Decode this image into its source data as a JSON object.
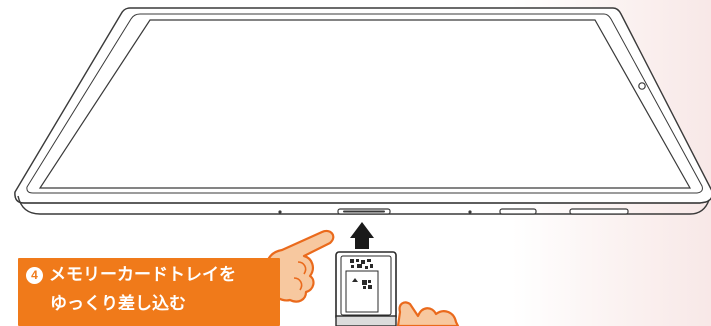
{
  "instruction": {
    "step_number": "4",
    "line1": "メモリーカードトレイを",
    "line2": "ゆっくり差し込む"
  },
  "icons": {
    "step_badge": "circled-number-4",
    "direction_arrow": "up-arrow",
    "hand_pointer": "pointing-hand",
    "hand_pushing": "pushing-hand",
    "memory_card_tray": "memory-card-tray"
  },
  "colors": {
    "callout_background": "#f07a1a",
    "callout_text": "#ffffff",
    "hand_fill": "#f7c89f",
    "hand_outline": "#ea6a1c",
    "device_outline": "#3b3b3b"
  }
}
